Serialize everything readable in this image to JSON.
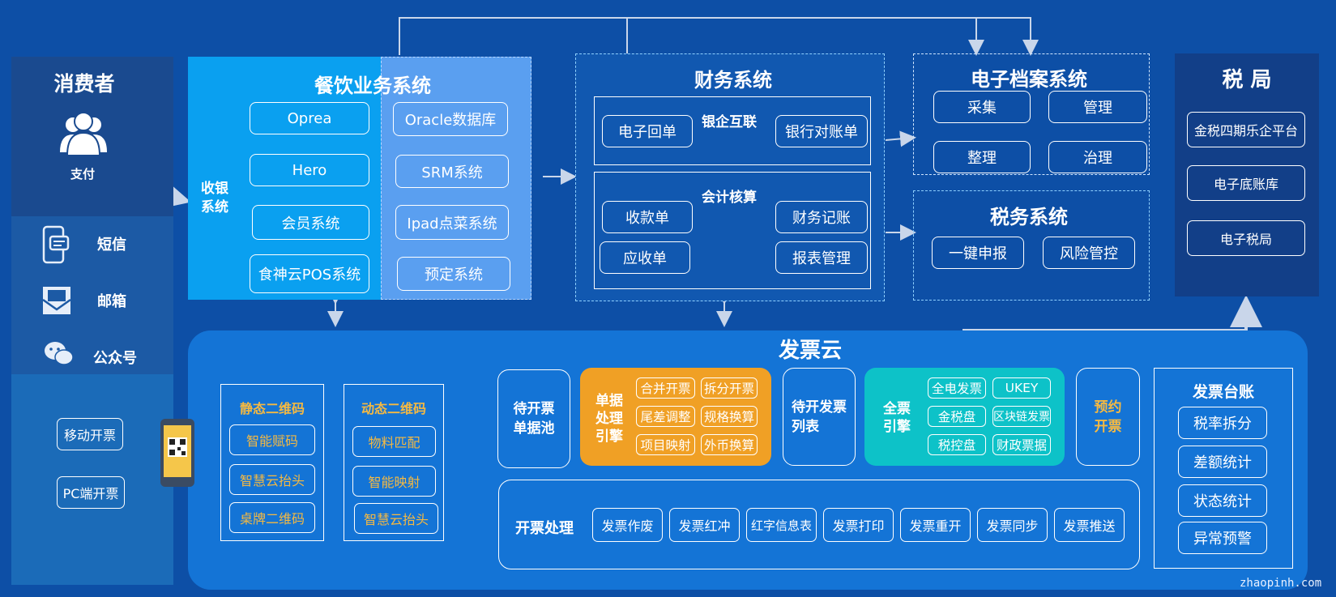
{
  "consumer": {
    "title": "消费者",
    "pay_label": "支付",
    "channels": [
      "短信",
      "邮箱",
      "公众号"
    ],
    "buttons": [
      "移动开票",
      "PC端开票"
    ]
  },
  "catering": {
    "title": "餐饮业务系统",
    "side_label": "收银\n系统",
    "left_items": [
      "Oprea",
      "Hero",
      "会员系统",
      "食神云POS系统"
    ],
    "right_items": [
      "Oracle数据库",
      "SRM系统",
      "Ipad点菜系统",
      "预定系统"
    ]
  },
  "finance": {
    "title": "财务系统",
    "bank": {
      "label": "银企互联",
      "items": [
        "电子回单",
        "银行对账单"
      ]
    },
    "accounting": {
      "label": "会计核算",
      "items": [
        "收款单",
        "财务记账",
        "应收单",
        "报表管理"
      ]
    }
  },
  "archive": {
    "title": "电子档案系统",
    "items": [
      "采集",
      "管理",
      "整理",
      "治理"
    ]
  },
  "tax_system": {
    "title": "税务系统",
    "items": [
      "一键申报",
      "风险管控"
    ]
  },
  "tax_bureau": {
    "title": "税 局",
    "items": [
      "金税四期乐企平台",
      "电子底账库",
      "电子税局"
    ]
  },
  "invoice_cloud": {
    "title": "发票云",
    "static_qr": {
      "title": "静态二维码",
      "items": [
        "智能赋码",
        "智慧云抬头",
        "桌牌二维码"
      ]
    },
    "dynamic_qr": {
      "title": "动态二维码",
      "items": [
        "物料匹配",
        "智能映射",
        "智慧云抬头"
      ]
    },
    "pending_pool": "待开票\n单据池",
    "doc_engine": {
      "title": "单据\n处理\n引擎",
      "items": [
        "合并开票",
        "拆分开票",
        "尾差调整",
        "规格换算",
        "项目映射",
        "外币换算"
      ]
    },
    "pending_list": "待开发票\n列表",
    "full_engine": {
      "title": "全票\n引擎",
      "items": [
        "全电发票",
        "UKEY",
        "金税盘",
        "区块链发票",
        "税控盘",
        "财政票据"
      ]
    },
    "reserve": "预约\n开票",
    "ledger": {
      "title": "发票台账",
      "items": [
        "税率拆分",
        "差额统计",
        "状态统计",
        "异常预警"
      ]
    },
    "processing": {
      "title": "开票处理",
      "items": [
        "发票作废",
        "发票红冲",
        "红字信息表",
        "发票打印",
        "发票重开",
        "发票同步",
        "发票推送"
      ]
    }
  },
  "watermark": "zhaopinh.com",
  "colors": {
    "background": "#0d4fa6",
    "consumer_panel": "#1a4a8f",
    "catering_left": "#0aa0f0",
    "catering_right": "#5a9ff0",
    "engine_orange": "#f0a025",
    "engine_teal": "#0dc2c8",
    "highlight_yellow": "#f5b942"
  }
}
